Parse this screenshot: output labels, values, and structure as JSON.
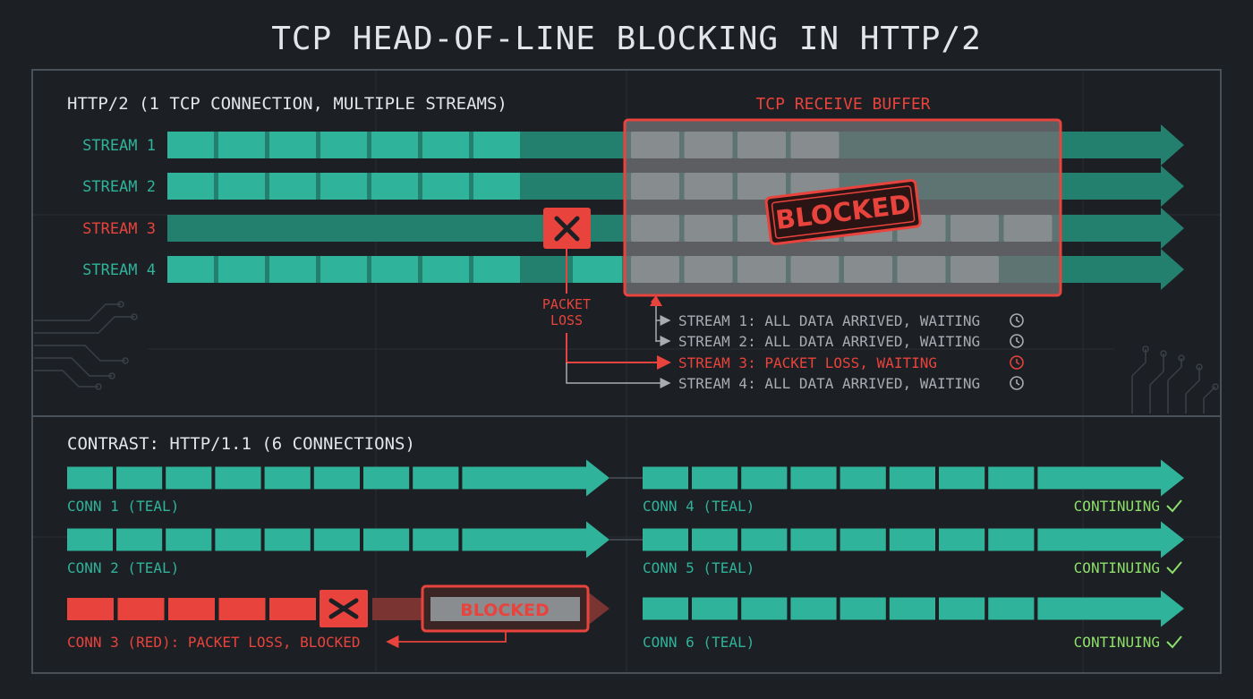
{
  "title": "TCP HEAD-OF-LINE BLOCKING IN HTTP/2",
  "colors": {
    "background": "#1c1f23",
    "teal": "#2fb39a",
    "teal_dim": "#23806f",
    "red": "#e8433c",
    "gray_text": "#a9adb2",
    "green": "#8ee06a",
    "frame": "#4a5057",
    "buffer_fill": "#6e7174",
    "packet_gray": "#8e9194"
  },
  "top_section": {
    "heading": "HTTP/2 (1 TCP CONNECTION, MULTIPLE STREAMS)",
    "buffer_label": "TCP RECEIVE BUFFER",
    "blocked_stamp": "BLOCKED",
    "packet_loss_label": [
      "PACKET",
      "LOSS"
    ],
    "streams": [
      {
        "label": "STREAM 1",
        "status": "lost-none"
      },
      {
        "label": "STREAM 2",
        "status": "lost-none"
      },
      {
        "label": "STREAM 3",
        "status": "packet-loss"
      },
      {
        "label": "STREAM 4",
        "status": "lost-none"
      }
    ],
    "status_lines": [
      {
        "text": "STREAM 1: ALL DATA ARRIVED, WAITING",
        "state": "waiting"
      },
      {
        "text": "STREAM 2: ALL DATA ARRIVED, WAITING",
        "state": "waiting"
      },
      {
        "text": "STREAM 3: PACKET LOSS, WAITING",
        "state": "loss"
      },
      {
        "text": "STREAM 4: ALL DATA ARRIVED, WAITING",
        "state": "waiting"
      }
    ]
  },
  "bottom_section": {
    "heading": "CONTRAST: HTTP/1.1 (6 CONNECTIONS)",
    "blocked_label": "BLOCKED",
    "connections": [
      {
        "label": "CONN 1 (TEAL)",
        "state": "ok"
      },
      {
        "label": "CONN 2 (TEAL)",
        "state": "ok"
      },
      {
        "label": "CONN 3 (RED): PACKET LOSS, BLOCKED",
        "state": "blocked"
      },
      {
        "label": "CONN 4 (TEAL)",
        "state": "ok",
        "status": "CONTINUING"
      },
      {
        "label": "CONN 5 (TEAL)",
        "state": "ok",
        "status": "CONTINUING"
      },
      {
        "label": "CONN 6 (TEAL)",
        "state": "ok",
        "status": "CONTINUING"
      }
    ]
  }
}
